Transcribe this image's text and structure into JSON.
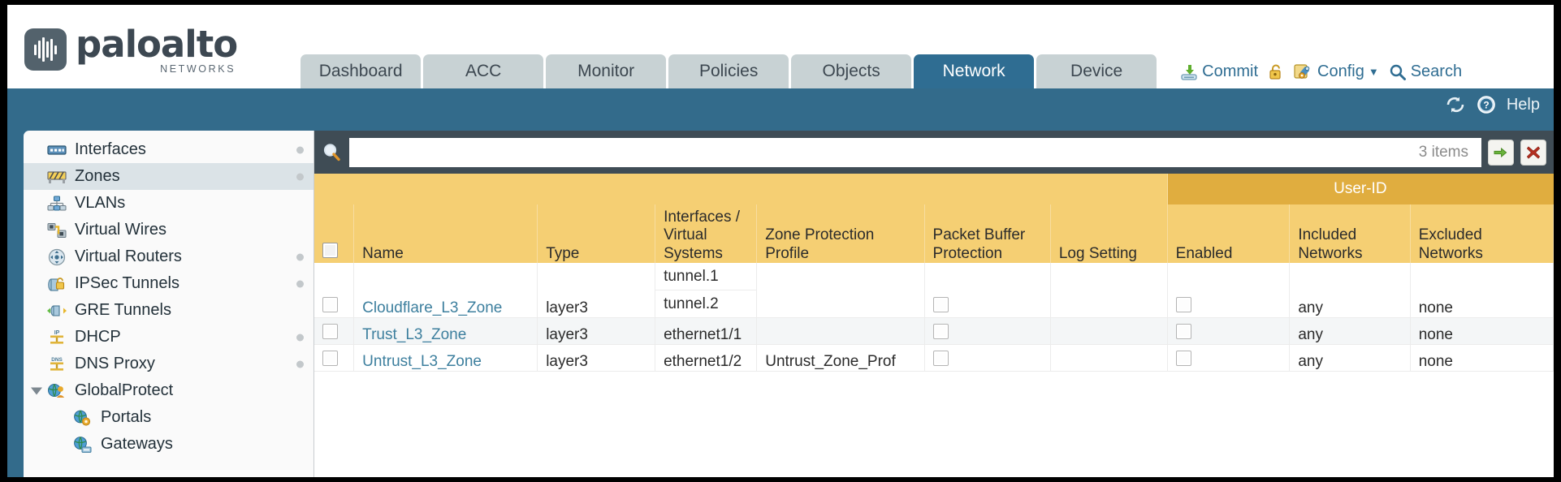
{
  "brand": {
    "name": "paloalto",
    "tagline": "NETWORKS",
    "registered": "®"
  },
  "tabs": [
    {
      "label": "Dashboard",
      "active": false
    },
    {
      "label": "ACC",
      "active": false
    },
    {
      "label": "Monitor",
      "active": false
    },
    {
      "label": "Policies",
      "active": false
    },
    {
      "label": "Objects",
      "active": false
    },
    {
      "label": "Network",
      "active": true
    },
    {
      "label": "Device",
      "active": false
    }
  ],
  "top_actions": {
    "commit": "Commit",
    "config": "Config",
    "search": "Search",
    "lock_icon": "padlock-icon",
    "commit_icon": "commit-save-icon",
    "config_icon": "config-wrench-icon",
    "search_icon": "magnifier-icon",
    "config_caret": "▼"
  },
  "blue_bar": {
    "refresh_icon": "refresh-icon",
    "help_label": "Help",
    "help_icon": "help-question-icon"
  },
  "sidebar": {
    "items": [
      {
        "label": "Interfaces",
        "icon": "interfaces-icon",
        "selected": false,
        "dot": true,
        "child": false,
        "caret": false
      },
      {
        "label": "Zones",
        "icon": "zones-icon",
        "selected": true,
        "dot": true,
        "child": false,
        "caret": false
      },
      {
        "label": "VLANs",
        "icon": "vlans-icon",
        "selected": false,
        "dot": false,
        "child": false,
        "caret": false
      },
      {
        "label": "Virtual Wires",
        "icon": "virtual-wires-icon",
        "selected": false,
        "dot": false,
        "child": false,
        "caret": false
      },
      {
        "label": "Virtual Routers",
        "icon": "virtual-routers-icon",
        "selected": false,
        "dot": true,
        "child": false,
        "caret": false
      },
      {
        "label": "IPSec Tunnels",
        "icon": "ipsec-tunnels-icon",
        "selected": false,
        "dot": true,
        "child": false,
        "caret": false
      },
      {
        "label": "GRE Tunnels",
        "icon": "gre-tunnels-icon",
        "selected": false,
        "dot": false,
        "child": false,
        "caret": false
      },
      {
        "label": "DHCP",
        "icon": "dhcp-icon",
        "selected": false,
        "dot": true,
        "child": false,
        "caret": false
      },
      {
        "label": "DNS Proxy",
        "icon": "dns-proxy-icon",
        "selected": false,
        "dot": true,
        "child": false,
        "caret": false
      },
      {
        "label": "GlobalProtect",
        "icon": "globalprotect-icon",
        "selected": false,
        "dot": false,
        "child": false,
        "caret": true
      },
      {
        "label": "Portals",
        "icon": "portals-icon",
        "selected": false,
        "dot": false,
        "child": true,
        "caret": false
      },
      {
        "label": "Gateways",
        "icon": "gateways-icon",
        "selected": false,
        "dot": false,
        "child": true,
        "caret": false
      }
    ]
  },
  "search": {
    "value": "",
    "placeholder": "",
    "item_count": "3 items",
    "apply_icon": "green-arrow-apply-icon",
    "clear_icon": "red-x-clear-icon",
    "magnifier_icon": "magnifier-icon"
  },
  "table": {
    "group_header": {
      "label": "User-ID",
      "span": 3
    },
    "columns": [
      "Name",
      "Type",
      "Interfaces / Virtual Systems",
      "Zone Protection Profile",
      "Packet Buffer Protection",
      "Log Setting",
      "Enabled",
      "Included Networks",
      "Excluded Networks"
    ],
    "rows": [
      {
        "name": "Cloudflare_L3_Zone",
        "type": "layer3",
        "interfaces": [
          "tunnel.1",
          "tunnel.2"
        ],
        "zone_protection_profile": "",
        "packet_buffer_protection": false,
        "log_setting": "",
        "userid_enabled": false,
        "included_networks": "any",
        "excluded_networks": "none"
      },
      {
        "name": "Trust_L3_Zone",
        "type": "layer3",
        "interfaces": [
          "ethernet1/1"
        ],
        "zone_protection_profile": "",
        "packet_buffer_protection": false,
        "log_setting": "",
        "userid_enabled": false,
        "included_networks": "any",
        "excluded_networks": "none"
      },
      {
        "name": "Untrust_L3_Zone",
        "type": "layer3",
        "interfaces": [
          "ethernet1/2"
        ],
        "zone_protection_profile": "Untrust_Zone_Prof",
        "packet_buffer_protection": false,
        "log_setting": "",
        "userid_enabled": false,
        "included_networks": "any",
        "excluded_networks": "none"
      }
    ]
  },
  "colors": {
    "brand_blue": "#336b8b",
    "active_tab": "#2f6d92",
    "tab_inactive": "#c8d2d4",
    "header_amber": "#f5cf73",
    "group_amber": "#e0ad3f",
    "link_teal": "#3d7f9e",
    "toolbar_dark": "#3f4c55"
  }
}
